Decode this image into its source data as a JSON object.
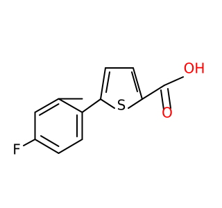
{
  "molecule": {
    "atoms": {
      "fluorine": "F",
      "sulfur": "S",
      "hydroxyl": "OH",
      "carbonyl_oxygen": "O"
    },
    "colors": {
      "bond": "#000000",
      "fluorine": "#000000",
      "sulfur": "#000000",
      "oxygen": "#ff0000",
      "highlight": "#ff0000"
    }
  }
}
